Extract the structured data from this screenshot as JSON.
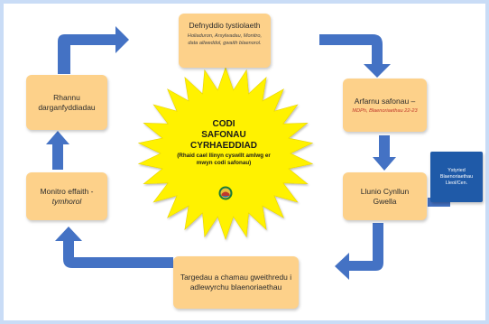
{
  "center": {
    "title_line1": "CODI",
    "title_line2": "SAFONAU",
    "title_line3": "CYRHAEDDIAD",
    "note": "(Rhaid cael llinyn cyswllt amlwg er mwyn codi safonau)"
  },
  "boxes": {
    "top": {
      "title": "Defnyddio tystiolaeth",
      "subtitle": "Holiaduron, Arsylwadau, Monitro, data allweddol, gwaith blaenorol."
    },
    "right": {
      "title": "Arfarnu safonau –",
      "subtitle": "MDPh, Blaenoriaethau 22-23"
    },
    "mid_right": {
      "title": "Llunio Cynllun Gwella"
    },
    "bottom": {
      "title": "Targedau a chamau gweithredu i adlewyrchu blaenoriaethau"
    },
    "mid_left": {
      "title": "Monitro effaith -",
      "subtitle": "tymhorol"
    },
    "left": {
      "title": "Rhannu darganfyddiadau"
    },
    "blue": {
      "title": "Ystyried Blaenoriaethau Lleol/Cen."
    }
  },
  "colors": {
    "box_fill": "#fdd18a",
    "arrow": "#4472c4",
    "star_fill": "#fff200",
    "blue_box": "#1f5aa8",
    "frame": "#c9dcf6"
  }
}
